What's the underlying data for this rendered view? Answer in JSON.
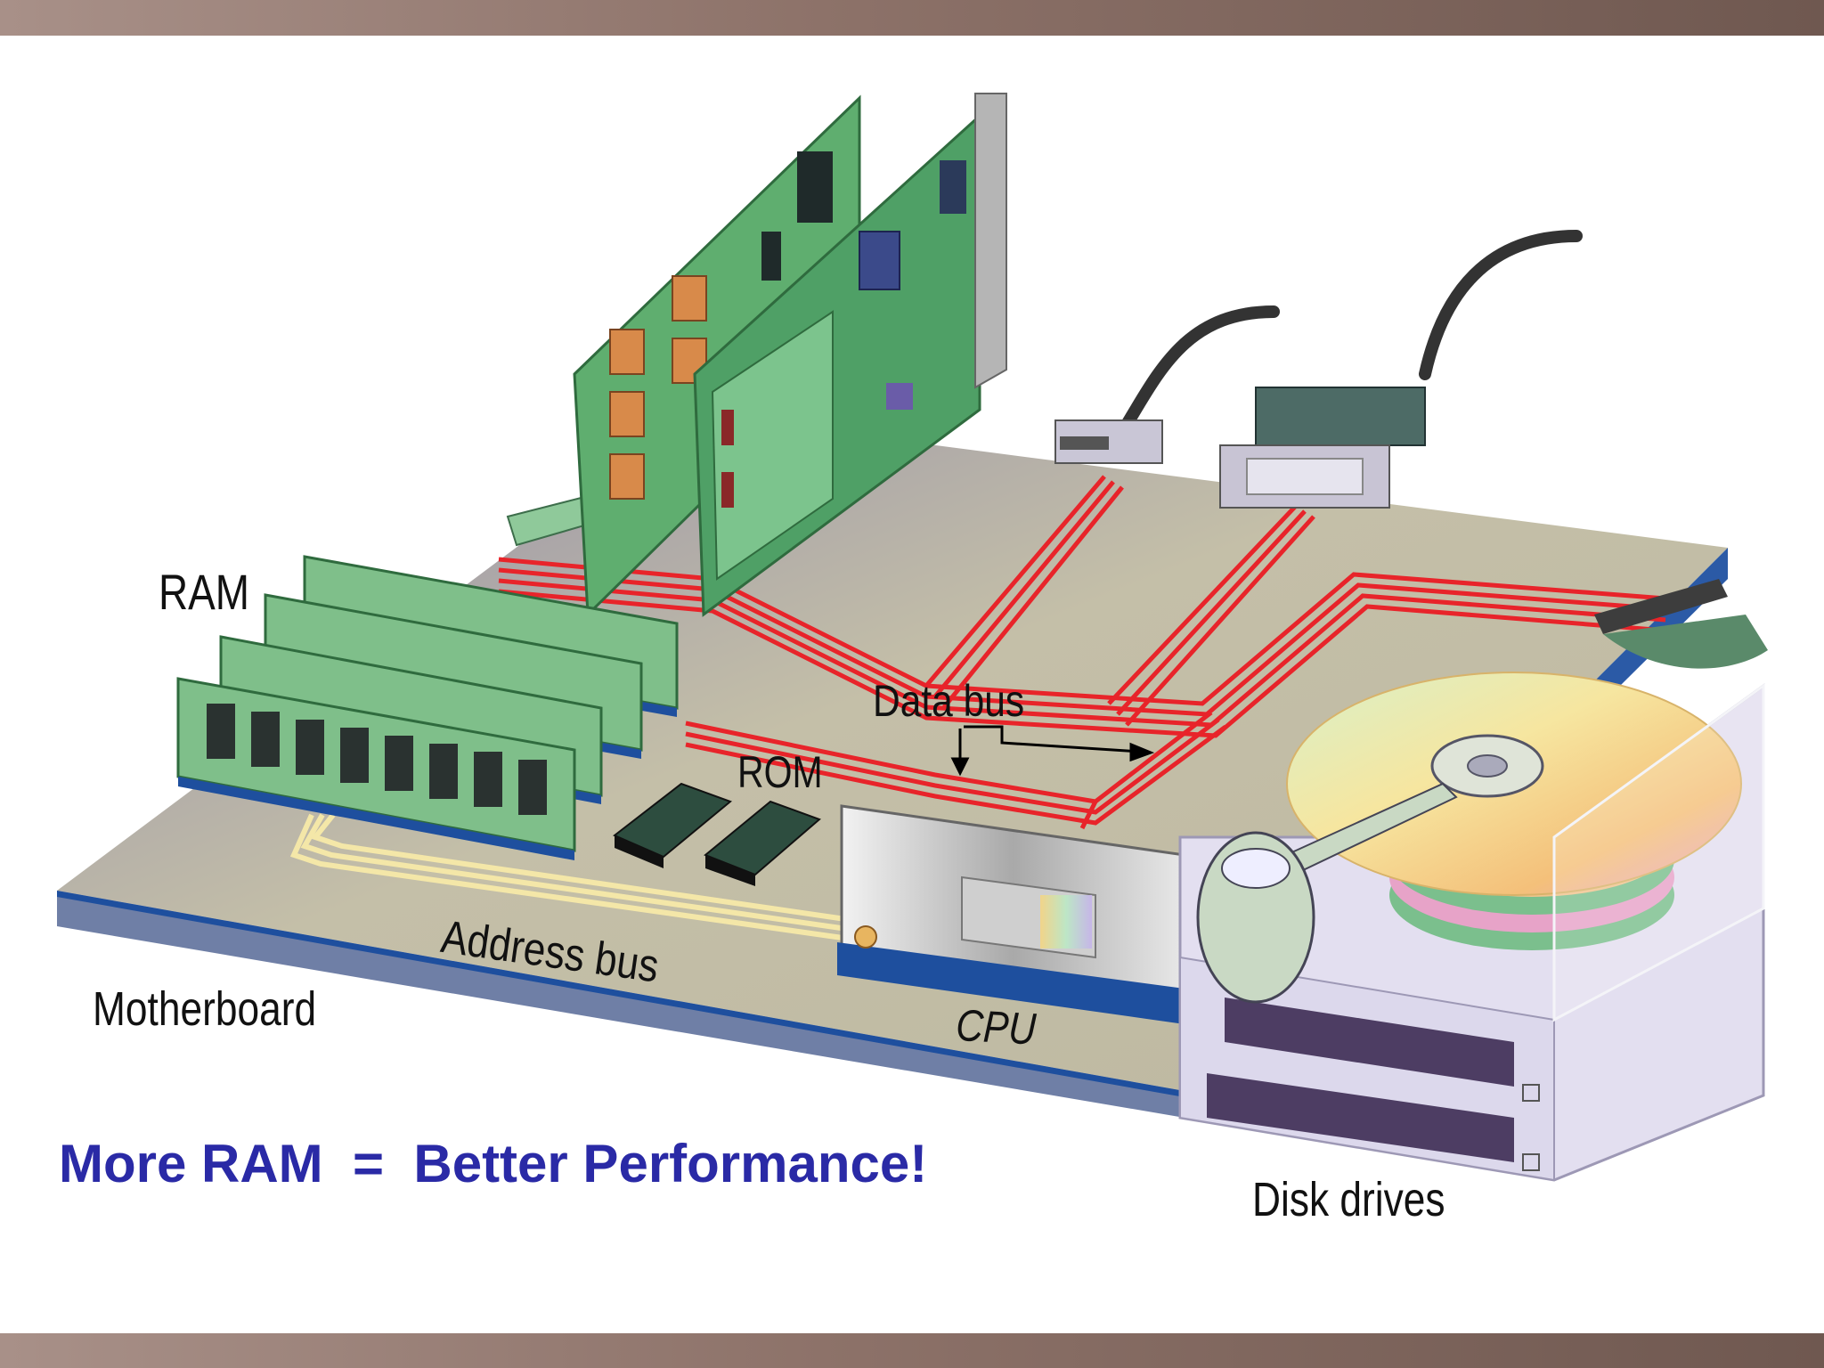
{
  "labels": {
    "ram": "RAM",
    "data_bus": "Data bus",
    "rom": "ROM",
    "address_bus": "Address bus",
    "motherboard": "Motherboard",
    "cpu": "CPU",
    "disk_drives": "Disk drives"
  },
  "caption": "More RAM  =  Better Performance!",
  "colors": {
    "caption": "#2a2aa6",
    "data_bus_trace": "#e8242a",
    "address_bus_trace": "#f4e7a8",
    "circuit_board": "#5fae6f",
    "motherboard": "#c7c2a9",
    "frame_bar": "#8d7269"
  }
}
